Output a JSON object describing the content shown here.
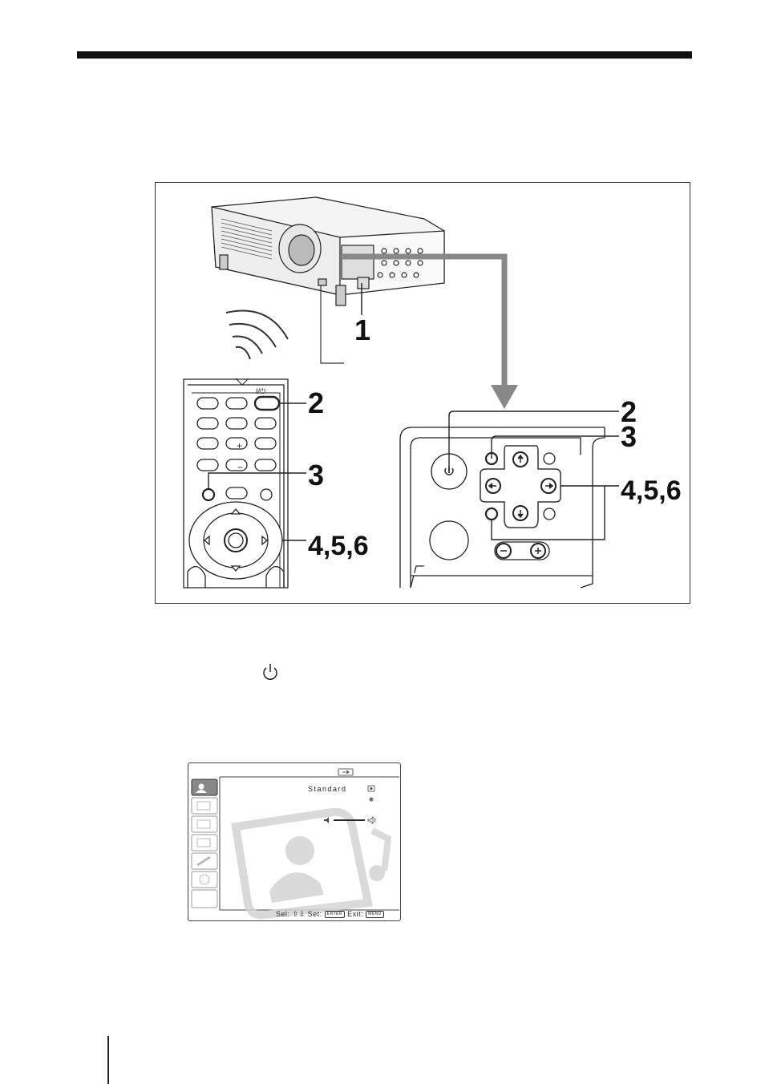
{
  "figure": {
    "callouts": {
      "step_1": "1",
      "step_2_remote": "2",
      "step_3_remote": "3",
      "steps_456_remote": "4,5,6",
      "step_2_panel": "2",
      "step_3_panel": "3",
      "steps_456_panel": "4,5,6"
    },
    "remote_power_label": "I/⏻"
  },
  "body": {
    "power_symbol": "⏻"
  },
  "menu": {
    "picture_mode_value": "Standard",
    "footer": {
      "sel_label": "Sel:",
      "set_label": "Set:",
      "set_key": "ENTER",
      "exit_label": "Exit:",
      "exit_key": "MENU"
    }
  }
}
